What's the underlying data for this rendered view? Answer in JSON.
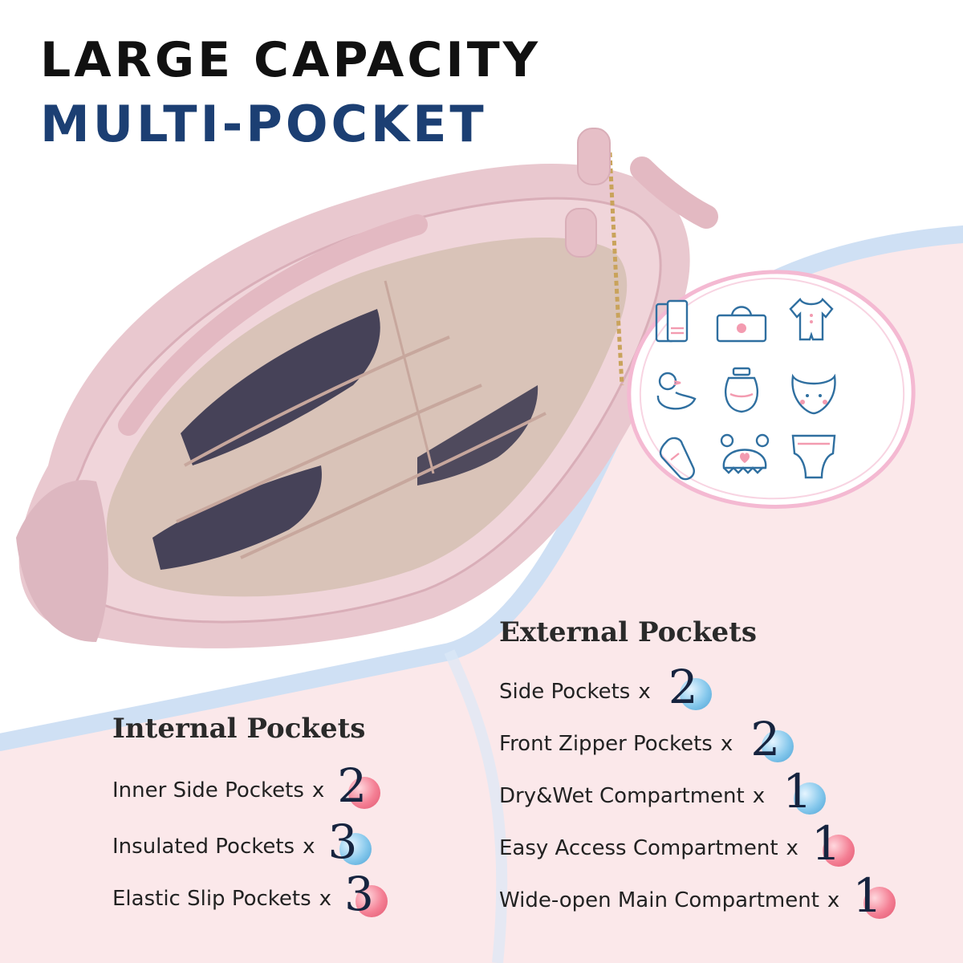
{
  "headline": {
    "line1": "LARGE CAPACITY",
    "line2": "MULTI-POCKET",
    "line1_color": "#111111",
    "line2_color": "#1c3f73"
  },
  "colors": {
    "pink_area": "#fbe8ea",
    "blue_ribbon": "#cfe0f4",
    "bag_pink": "#e9c8cf",
    "bag_interior": "#d9c3b8",
    "circle_outline": "#f4b9d2",
    "icon_stroke": "#2f6fa0",
    "icon_accent_pink": "#f39bb0",
    "bubble_pink": "#f47f94",
    "bubble_blue": "#86c8ec"
  },
  "icons": [
    "burp-cloth-icon",
    "wipes-box-icon",
    "onesie-icon",
    "rubber-duck-icon",
    "formula-container-icon",
    "bib-icon",
    "baby-bottle-icon",
    "bear-hat-icon",
    "diaper-icon"
  ],
  "internal": {
    "title": "Internal Pockets",
    "items": [
      {
        "label": "Inner Side Pockets",
        "x": "x",
        "count": "2",
        "bubble": "pink"
      },
      {
        "label": "Insulated Pockets",
        "x": "x",
        "count": "3",
        "bubble": "blue"
      },
      {
        "label": "Elastic Slip Pockets",
        "x": "x",
        "count": "3",
        "bubble": "pink"
      }
    ]
  },
  "external": {
    "title": "External Pockets",
    "items": [
      {
        "label": "Side Pockets",
        "x": "x",
        "count": "2",
        "bubble": "blue"
      },
      {
        "label": "Front Zipper Pockets",
        "x": "x",
        "count": "2",
        "bubble": "blue"
      },
      {
        "label": "Dry&Wet Compartment",
        "x": "x",
        "count": "1",
        "bubble": "blue"
      },
      {
        "label": "Easy Access Compartment",
        "x": "x",
        "count": "1",
        "bubble": "pink"
      },
      {
        "label": "Wide-open Main Compartment",
        "x": "x",
        "count": "1",
        "bubble": "pink"
      }
    ]
  }
}
